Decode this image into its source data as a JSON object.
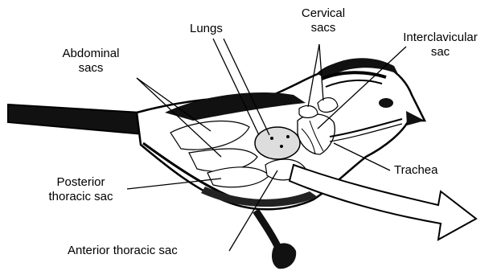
{
  "diagram": {
    "labels": {
      "abdominal_sacs": [
        "Abdominal",
        "sacs"
      ],
      "lungs": "Lungs",
      "cervical_sacs": [
        "Cervical",
        "sacs"
      ],
      "interclavicular_sac": [
        "Interclavicular",
        "sac"
      ],
      "trachea": "Trachea",
      "posterior_thoracic_sac": [
        "Posterior",
        "thoracic sac"
      ],
      "anterior_thoracic_sac": "Anterior thoracic sac"
    },
    "colors": {
      "ink": "#000000",
      "background": "#ffffff"
    }
  }
}
